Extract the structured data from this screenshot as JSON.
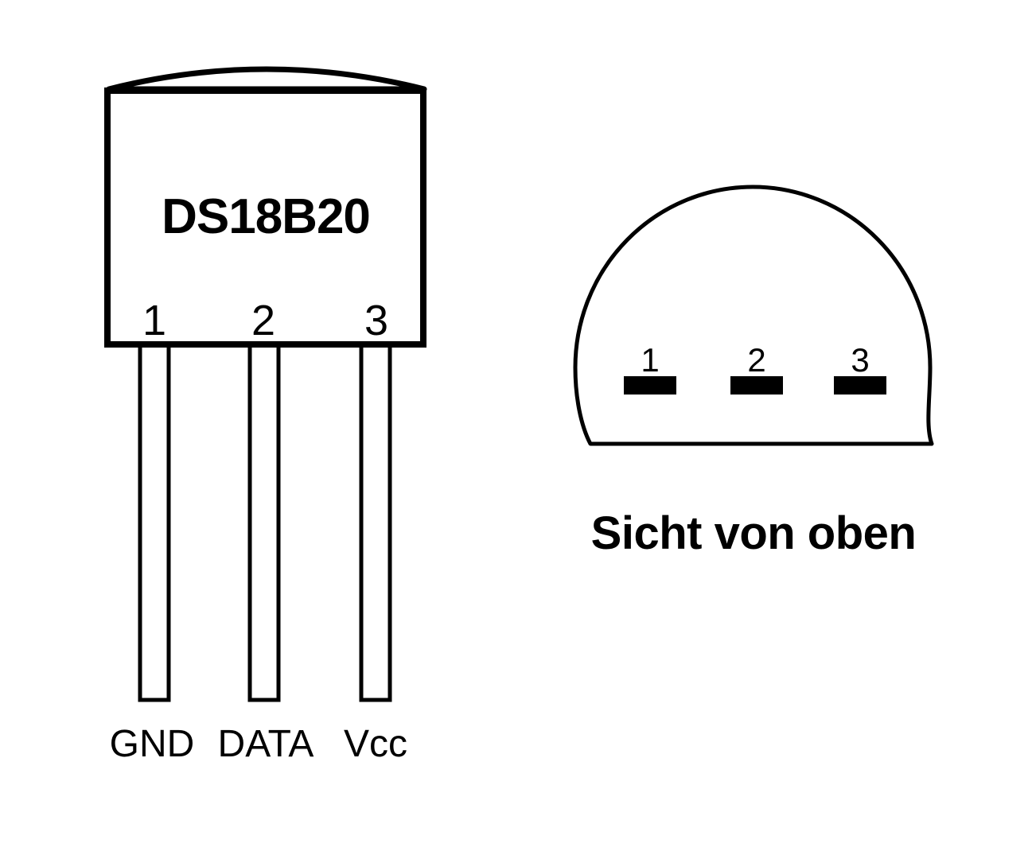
{
  "diagram": {
    "colors": {
      "line": "#000000",
      "background": "#ffffff",
      "pin_fill": "#000000"
    },
    "front_view": {
      "chip_label": "DS18B20",
      "pins": [
        {
          "number": "1",
          "label": "GND"
        },
        {
          "number": "2",
          "label": "DATA"
        },
        {
          "number": "3",
          "label": "Vcc"
        }
      ]
    },
    "top_view": {
      "caption": "Sicht von oben",
      "pins": [
        {
          "number": "1"
        },
        {
          "number": "2"
        },
        {
          "number": "3"
        }
      ]
    }
  }
}
